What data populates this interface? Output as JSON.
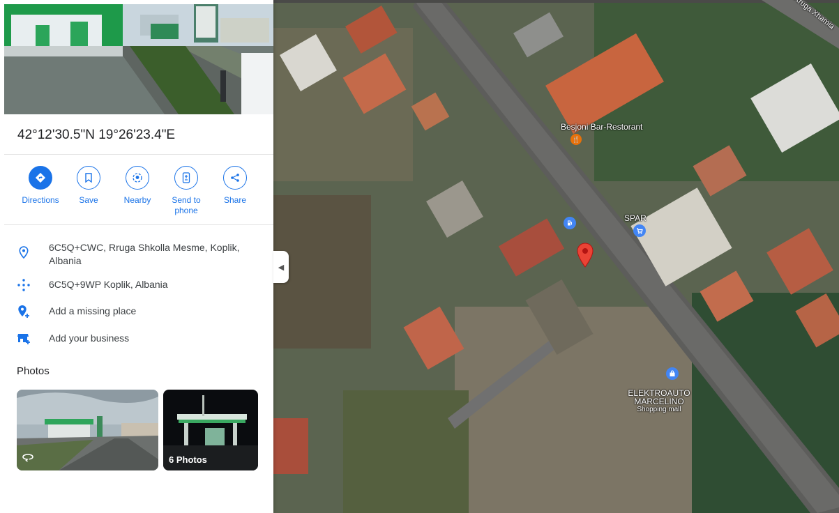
{
  "place": {
    "coordinates": "42°12'30.5\"N 19°26'23.4\"E"
  },
  "actions": [
    {
      "label": "Directions",
      "icon": "directions-icon"
    },
    {
      "label": "Save",
      "icon": "bookmark-icon"
    },
    {
      "label": "Nearby",
      "icon": "nearby-icon"
    },
    {
      "label": "Send to phone",
      "icon": "send-to-phone-icon"
    },
    {
      "label": "Share",
      "icon": "share-icon"
    }
  ],
  "info": {
    "address": "6C5Q+CWC, Rruga Shkolla Mesme, Koplik, Albania",
    "plus_code": "6C5Q+9WP Koplik, Albania",
    "add_missing_place": "Add a missing place",
    "add_business": "Add your business"
  },
  "photos": {
    "title": "Photos",
    "count_label": "6 Photos"
  },
  "map": {
    "labels": {
      "restaurant": "Besjoni Bar-Restorant",
      "supermarket": "SPAR",
      "shop_name": "ELEKTROAUTO MARCELINO",
      "shop_type": "Shopping mall",
      "road": "Rruga Xhamia"
    }
  },
  "colors": {
    "accent": "#1a73e8",
    "pin": "#ea4335",
    "food_poi": "#e8710a",
    "shop_poi": "#4285f4"
  }
}
